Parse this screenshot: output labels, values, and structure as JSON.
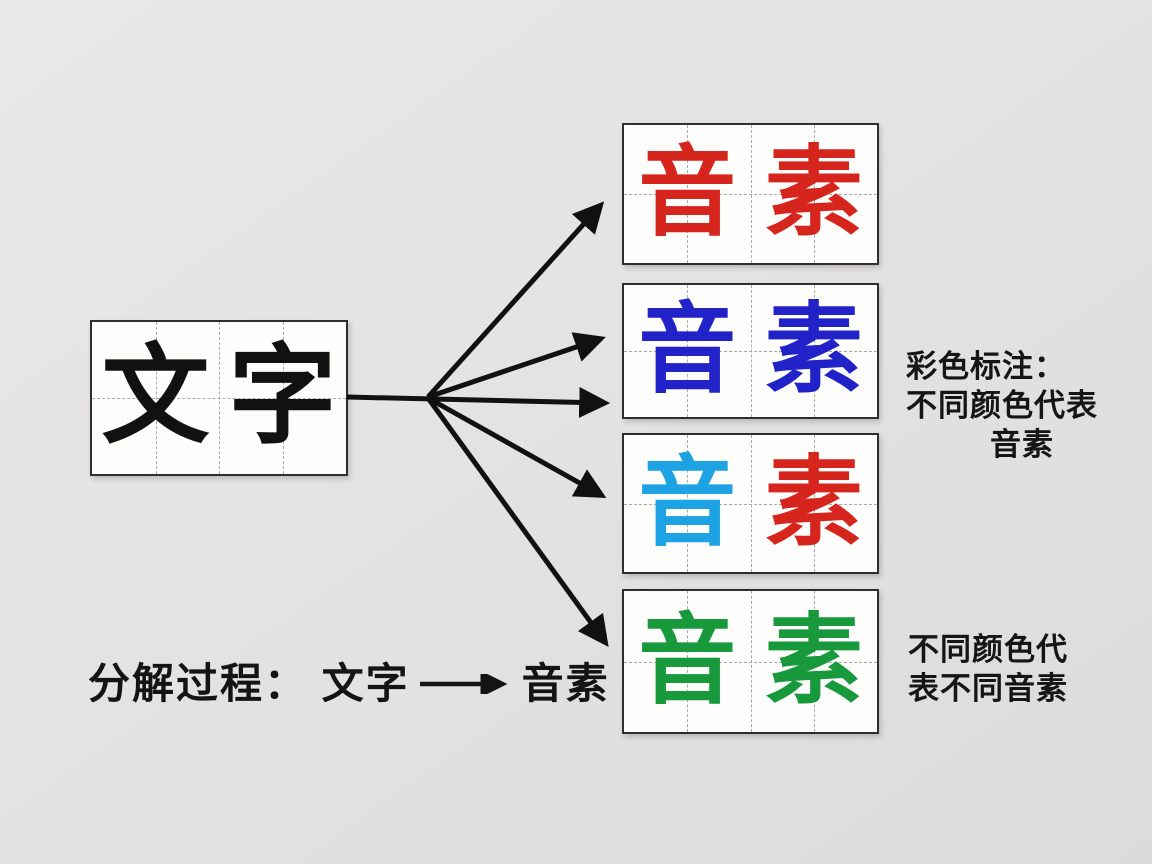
{
  "canvas": {
    "background_color": "#e3e2e0",
    "box_border_color": "#2e2e2e",
    "arrow_color": "#111111"
  },
  "source_box": {
    "label": "文字",
    "char1": "文",
    "char2": "字",
    "color": "#111111"
  },
  "phoneme_boxes": [
    {
      "name": "phoneme-box-red",
      "chars": [
        {
          "text": "音",
          "color": "#d5251c"
        },
        {
          "text": "素",
          "color": "#d5251c"
        }
      ]
    },
    {
      "name": "phoneme-box-blue",
      "chars": [
        {
          "text": "音",
          "color": "#2222c9"
        },
        {
          "text": "素",
          "color": "#2222c9"
        }
      ]
    },
    {
      "name": "phoneme-box-cyan-red",
      "chars": [
        {
          "text": "音",
          "color": "#1da2e4"
        },
        {
          "text": "素",
          "color": "#d5251c"
        }
      ]
    },
    {
      "name": "phoneme-box-green",
      "chars": [
        {
          "text": "音",
          "color": "#17993c"
        },
        {
          "text": "素",
          "color": "#17993c"
        }
      ]
    }
  ],
  "annotations": {
    "color_note": {
      "line1": "彩色标注：",
      "line2": "不同颜色代表",
      "line3": "音素"
    },
    "legend_note": {
      "line1": "不同颜色代",
      "line2": "表不同音素"
    },
    "caption": {
      "prefix": "分解过程： 文字",
      "suffix": "音素"
    }
  }
}
